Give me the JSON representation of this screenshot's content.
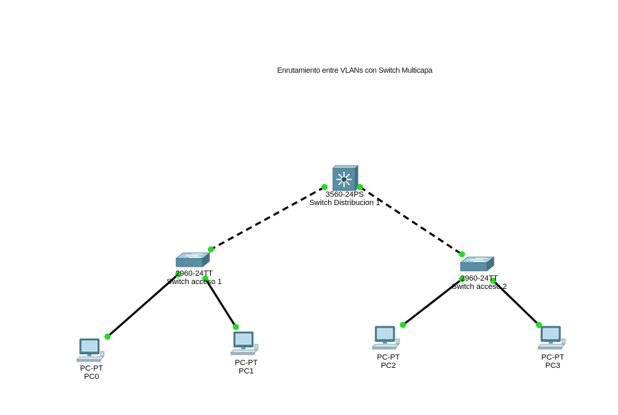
{
  "title": "Enrutamiento entre VLANs con Switch Multicapa",
  "colors": {
    "link": "#000000",
    "link_up": "#22dd22",
    "switch_body": "#5b8da3",
    "switch_top": "#a9cfdc",
    "pc_screen": "#b8dcec",
    "pc_frame": "#4a7f93"
  },
  "nodes": [
    {
      "id": "dist1",
      "icon": "multilayer-switch-icon",
      "model": "3560-24PS",
      "name": "Switch Distribucion 1"
    },
    {
      "id": "acc1",
      "icon": "switch-icon",
      "model": "2960-24TT",
      "name": "Switch acceso 1"
    },
    {
      "id": "acc2",
      "icon": "switch-icon",
      "model": "2960-24TT",
      "name": "Switch acceso 2"
    },
    {
      "id": "pc0",
      "icon": "pc-icon",
      "model": "PC-PT",
      "name": "PC0"
    },
    {
      "id": "pc1",
      "icon": "pc-icon",
      "model": "PC-PT",
      "name": "PC1"
    },
    {
      "id": "pc2",
      "icon": "pc-icon",
      "model": "PC-PT",
      "name": "PC2"
    },
    {
      "id": "pc3",
      "icon": "pc-icon",
      "model": "PC-PT",
      "name": "PC3"
    }
  ],
  "links": [
    {
      "from": "dist1",
      "to": "acc1",
      "style": "crossover"
    },
    {
      "from": "dist1",
      "to": "acc2",
      "style": "crossover"
    },
    {
      "from": "acc1",
      "to": "pc0",
      "style": "straight"
    },
    {
      "from": "acc1",
      "to": "pc1",
      "style": "straight"
    },
    {
      "from": "acc2",
      "to": "pc2",
      "style": "straight"
    },
    {
      "from": "acc2",
      "to": "pc3",
      "style": "straight"
    }
  ]
}
